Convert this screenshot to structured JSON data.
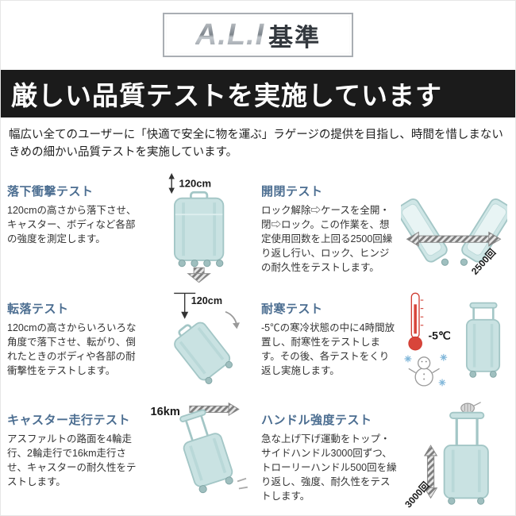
{
  "badge": {
    "brand": "A.L.I",
    "suffix": "基準"
  },
  "banner": {
    "title": "厳しい品質テストを実施しています"
  },
  "intro": {
    "text": "幅広い全てのユーザーに「快適で安全に物を運ぶ」ラゲージの提供を目指し、時間を惜しまないきめの細かい品質テストを実施しています。"
  },
  "tests": [
    {
      "title": "落下衝撃テスト",
      "description": "120cmの高さから落下させ、キャスター、ボディなど各部の強度を測定します。",
      "label": "120cm",
      "icon": "suitcase-drop"
    },
    {
      "title": "開閉テスト",
      "description": "ロック解除⇨ケースを全開・閉⇨ロック。この作業を、想定使用回数を上回る2500回繰り返し行い、ロック、ヒンジの耐久性をテストします。",
      "label": "2500回",
      "icon": "suitcase-open-close"
    },
    {
      "title": "転落テスト",
      "description": "120cmの高さからいろいろな角度で落下させ、転がり、倒れたときのボディや各部の耐衝撃性をテストします。",
      "label": "120cm",
      "icon": "suitcase-tumble"
    },
    {
      "title": "耐寒テスト",
      "description": "-5℃の寒冷状態の中に4時間放置し、耐寒性をテストします。その後、各テストをくり返し実施します。",
      "label": "-5℃",
      "icon": "thermometer-snowman-suitcase"
    },
    {
      "title": "キャスター走行テスト",
      "description": "アスファルトの路面を4輪走行、2輪走行で16km走行させ、キャスターの耐久性をテストします。",
      "label": "16km",
      "icon": "suitcase-rolling"
    },
    {
      "title": "ハンドル強度テスト",
      "description": "急な上げ下げ運動をトップ・サイドハンドル3000回ずつ、トローリーハンドル500回を繰り返し、強度、耐久性をテストします。",
      "label": "3000回",
      "icon": "suitcase-handle-pull"
    }
  ],
  "colors": {
    "title_blue": "#4c6e91",
    "banner_bg": "#1b1b1b",
    "suitcase_fill": "#c9e2e2",
    "thermometer_red": "#d8453a"
  }
}
